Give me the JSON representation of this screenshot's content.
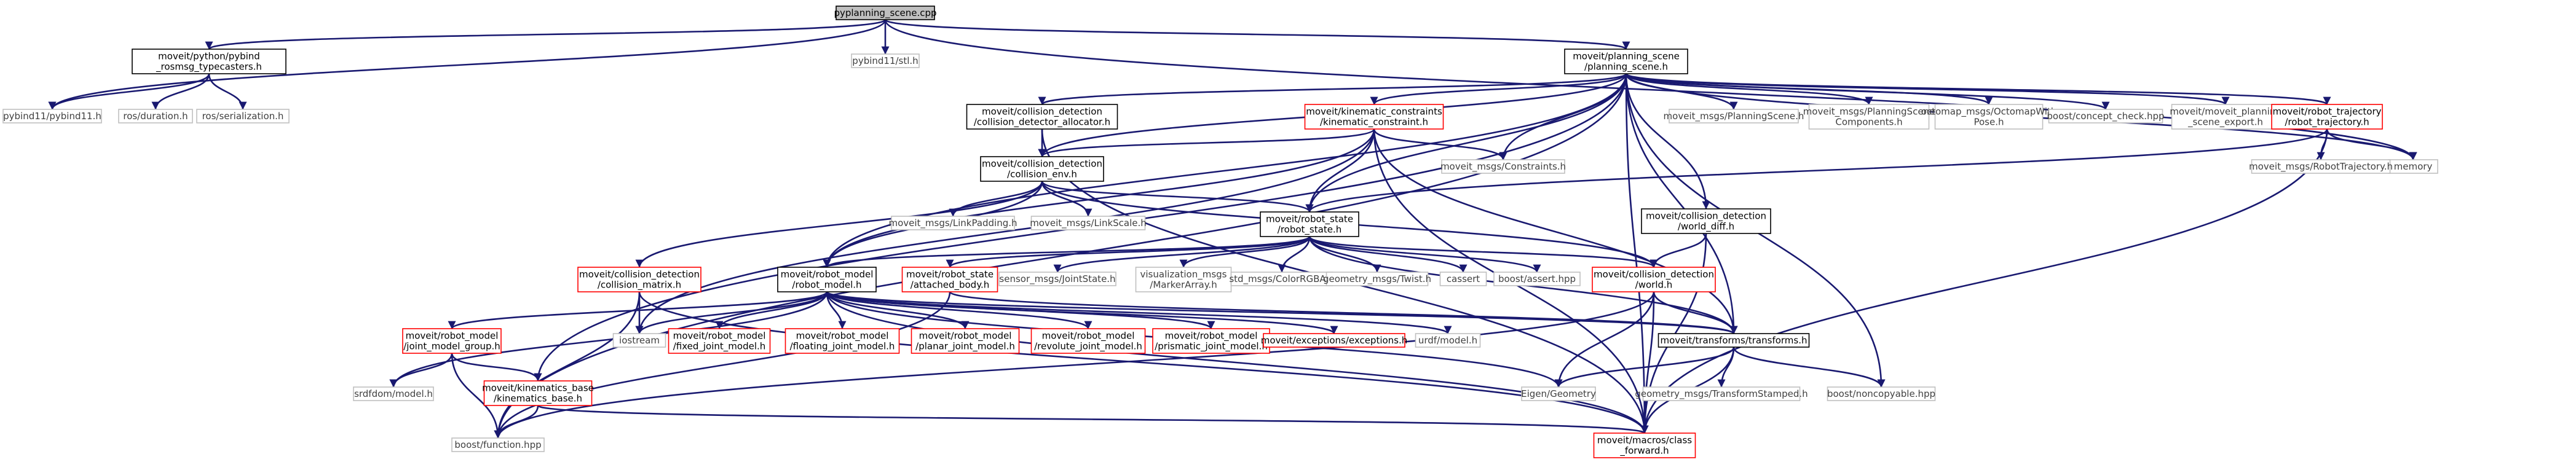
{
  "colors": {
    "edge": "#191970",
    "normal_border": "#000000",
    "system_border": "#bfbfbf",
    "missing_border": "#ff0000",
    "root_fill": "#bfbfbf"
  },
  "nodes": [
    {
      "id": "pyplanning_scene",
      "kind": "root",
      "lines": [
        "pyplanning_scene.cpp"
      ]
    },
    {
      "id": "pybind_typecasters",
      "kind": "normal",
      "lines": [
        "moveit/python/pybind",
        "_rosmsg_typecasters.h"
      ]
    },
    {
      "id": "pybind11_stl",
      "kind": "sys",
      "lines": [
        "pybind11/stl.h"
      ]
    },
    {
      "id": "planning_scene",
      "kind": "normal",
      "lines": [
        "moveit/planning_scene",
        "/planning_scene.h"
      ]
    },
    {
      "id": "pybind11",
      "kind": "sys",
      "lines": [
        "pybind11/pybind11.h"
      ]
    },
    {
      "id": "ros_duration",
      "kind": "sys",
      "lines": [
        "ros/duration.h"
      ]
    },
    {
      "id": "ros_serialization",
      "kind": "sys",
      "lines": [
        "ros/serialization.h"
      ]
    },
    {
      "id": "cd_allocator",
      "kind": "normal",
      "lines": [
        "moveit/collision_detection",
        "/collision_detector_allocator.h"
      ]
    },
    {
      "id": "kinematic_constraint",
      "kind": "red",
      "lines": [
        "moveit/kinematic_constraints",
        "/kinematic_constraint.h"
      ]
    },
    {
      "id": "msg_planning_scene",
      "kind": "sys",
      "lines": [
        "moveit_msgs/PlanningScene.h"
      ]
    },
    {
      "id": "msg_ps_components",
      "kind": "sys",
      "lines": [
        "moveit_msgs/PlanningScene",
        "Components.h"
      ]
    },
    {
      "id": "octomap_pose",
      "kind": "sys",
      "lines": [
        "octomap_msgs/OctomapWith",
        "Pose.h"
      ]
    },
    {
      "id": "boost_concept",
      "kind": "sys",
      "lines": [
        "boost/concept_check.hpp"
      ]
    },
    {
      "id": "ps_export",
      "kind": "sys",
      "lines": [
        "moveit/moveit_planning",
        "_scene_export.h"
      ]
    },
    {
      "id": "robot_trajectory",
      "kind": "red",
      "lines": [
        "moveit/robot_trajectory",
        "/robot_trajectory.h"
      ]
    },
    {
      "id": "memory",
      "kind": "sys",
      "lines": [
        "memory"
      ]
    },
    {
      "id": "collision_env",
      "kind": "normal",
      "lines": [
        "moveit/collision_detection",
        "/collision_env.h"
      ]
    },
    {
      "id": "msg_constraints",
      "kind": "sys",
      "lines": [
        "moveit_msgs/Constraints.h"
      ]
    },
    {
      "id": "msg_robot_traj",
      "kind": "sys",
      "lines": [
        "moveit_msgs/RobotTrajectory.h"
      ]
    },
    {
      "id": "msg_link_padding",
      "kind": "sys",
      "lines": [
        "moveit_msgs/LinkPadding.h"
      ]
    },
    {
      "id": "msg_link_scale",
      "kind": "sys",
      "lines": [
        "moveit_msgs/LinkScale.h"
      ]
    },
    {
      "id": "robot_state",
      "kind": "normal",
      "lines": [
        "moveit/robot_state",
        "/robot_state.h"
      ]
    },
    {
      "id": "world_diff",
      "kind": "normal",
      "lines": [
        "moveit/collision_detection",
        "/world_diff.h"
      ]
    },
    {
      "id": "collision_matrix",
      "kind": "red",
      "lines": [
        "moveit/collision_detection",
        "/collision_matrix.h"
      ]
    },
    {
      "id": "robot_model",
      "kind": "normal",
      "lines": [
        "moveit/robot_model",
        "/robot_model.h"
      ]
    },
    {
      "id": "attached_body",
      "kind": "red",
      "lines": [
        "moveit/robot_state",
        "/attached_body.h"
      ]
    },
    {
      "id": "sensor_joint_state",
      "kind": "sys",
      "lines": [
        "sensor_msgs/JointState.h"
      ]
    },
    {
      "id": "marker_array",
      "kind": "sys",
      "lines": [
        "visualization_msgs",
        "/MarkerArray.h"
      ]
    },
    {
      "id": "color_rgba",
      "kind": "sys",
      "lines": [
        "std_msgs/ColorRGBA.h"
      ]
    },
    {
      "id": "twist",
      "kind": "sys",
      "lines": [
        "geometry_msgs/Twist.h"
      ]
    },
    {
      "id": "cassert",
      "kind": "sys",
      "lines": [
        "cassert"
      ]
    },
    {
      "id": "boost_assert",
      "kind": "sys",
      "lines": [
        "boost/assert.hpp"
      ]
    },
    {
      "id": "world",
      "kind": "red",
      "lines": [
        "moveit/collision_detection",
        "/world.h"
      ]
    },
    {
      "id": "joint_model_group",
      "kind": "red",
      "lines": [
        "moveit/robot_model",
        "/joint_model_group.h"
      ]
    },
    {
      "id": "iostream",
      "kind": "sys",
      "lines": [
        "iostream"
      ]
    },
    {
      "id": "fixed_joint",
      "kind": "red",
      "lines": [
        "moveit/robot_model",
        "/fixed_joint_model.h"
      ]
    },
    {
      "id": "floating_joint",
      "kind": "red",
      "lines": [
        "moveit/robot_model",
        "/floating_joint_model.h"
      ]
    },
    {
      "id": "planar_joint",
      "kind": "red",
      "lines": [
        "moveit/robot_model",
        "/planar_joint_model.h"
      ]
    },
    {
      "id": "revolute_joint",
      "kind": "red",
      "lines": [
        "moveit/robot_model",
        "/revolute_joint_model.h"
      ]
    },
    {
      "id": "prismatic_joint",
      "kind": "red",
      "lines": [
        "moveit/robot_model",
        "/prismatic_joint_model.h"
      ]
    },
    {
      "id": "exceptions",
      "kind": "red",
      "lines": [
        "moveit/exceptions/exceptions.h"
      ]
    },
    {
      "id": "urdf_model",
      "kind": "sys",
      "lines": [
        "urdf/model.h"
      ]
    },
    {
      "id": "transforms",
      "kind": "normal",
      "lines": [
        "moveit/transforms/transforms.h"
      ]
    },
    {
      "id": "srdfdom",
      "kind": "sys",
      "lines": [
        "srdfdom/model.h"
      ]
    },
    {
      "id": "kinematics_base",
      "kind": "red",
      "lines": [
        "moveit/kinematics_base",
        "/kinematics_base.h"
      ]
    },
    {
      "id": "eigen_geometry",
      "kind": "sys",
      "lines": [
        "Eigen/Geometry"
      ]
    },
    {
      "id": "transform_stamped",
      "kind": "sys",
      "lines": [
        "geometry_msgs/TransformStamped.h"
      ]
    },
    {
      "id": "boost_noncopyable",
      "kind": "sys",
      "lines": [
        "boost/noncopyable.hpp"
      ]
    },
    {
      "id": "boost_function",
      "kind": "sys",
      "lines": [
        "boost/function.hpp"
      ]
    },
    {
      "id": "class_forward",
      "kind": "red",
      "lines": [
        "moveit/macros/class",
        "_forward.h"
      ]
    }
  ]
}
